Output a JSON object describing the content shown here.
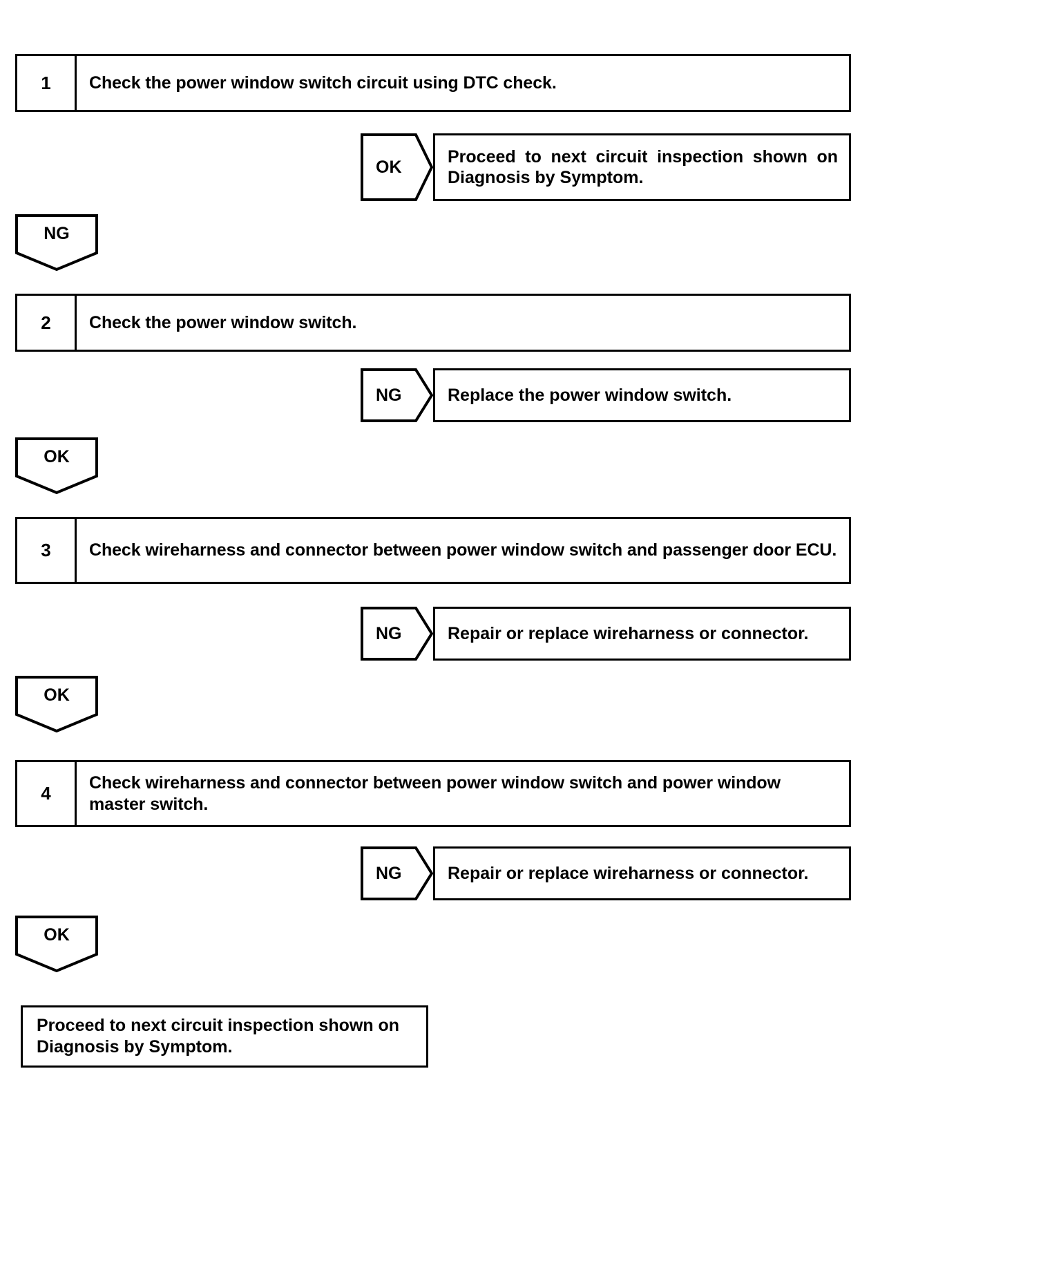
{
  "diagram": {
    "type": "troubleshooting-flowchart",
    "steps": [
      {
        "number": "1",
        "text": "Check the power window switch circuit using DTC check.",
        "result": {
          "badge": "OK",
          "text": "Proceed to next circuit inspection shown on Diagnosis by Symptom."
        },
        "continue_badge": "NG"
      },
      {
        "number": "2",
        "text": "Check the power window switch.",
        "result": {
          "badge": "NG",
          "text": "Replace the power window switch."
        },
        "continue_badge": "OK"
      },
      {
        "number": "3",
        "text": "Check wireharness and connector between power window switch and passenger door ECU.",
        "result": {
          "badge": "NG",
          "text": "Repair or replace wireharness or connector."
        },
        "continue_badge": "OK"
      },
      {
        "number": "4",
        "text": "Check wireharness and connector between power window switch and power window master switch.",
        "result": {
          "badge": "NG",
          "text": "Repair or replace wireharness or connector."
        },
        "continue_badge": "OK"
      }
    ],
    "terminal": {
      "text": "Proceed to next circuit inspection shown on Diagnosis by Symptom."
    },
    "colors": {
      "stroke": "#000000",
      "background": "#ffffff"
    }
  }
}
